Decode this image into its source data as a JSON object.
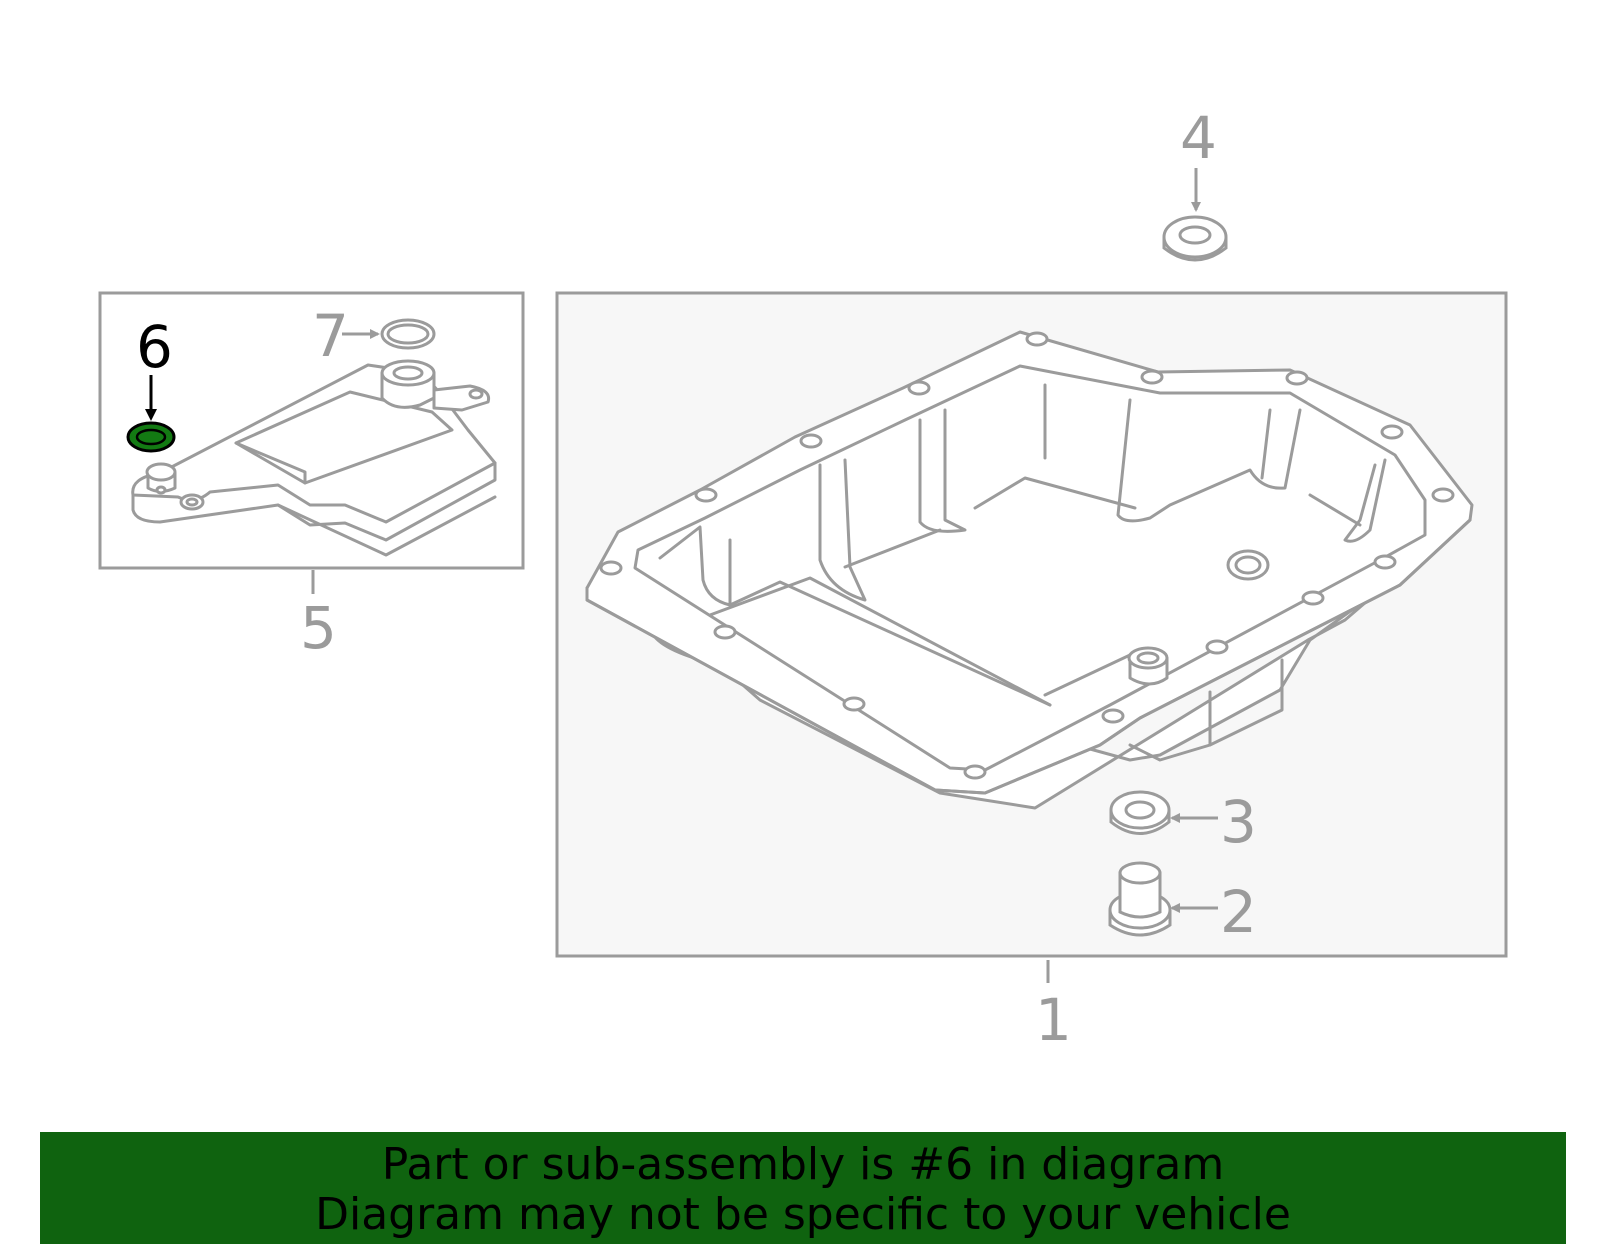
{
  "diagram": {
    "highlighted_part": "6",
    "colors": {
      "line": "#9b9b9b",
      "panel_fill": "#f7f7f7",
      "highlight_fill": "#137a13",
      "highlight_stroke": "#000000",
      "banner_bg": "#0f630f",
      "banner_text": "#000000"
    },
    "callouts": {
      "c1": "1",
      "c2": "2",
      "c3": "3",
      "c4": "4",
      "c5": "5",
      "c6": "6",
      "c7": "7"
    }
  },
  "banner": {
    "line1": "Part or sub-assembly is #6 in diagram",
    "line2": "Diagram may not be specific to your vehicle"
  }
}
